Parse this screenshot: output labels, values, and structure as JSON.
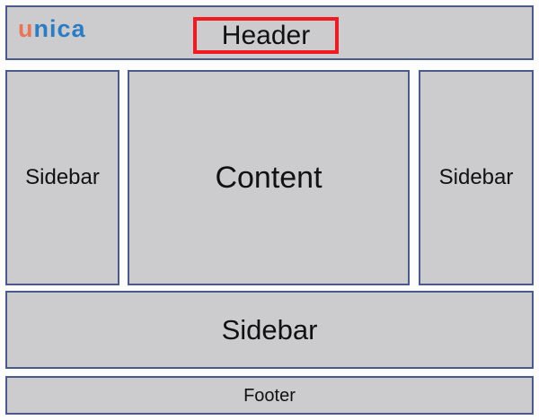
{
  "brand": {
    "logo_first_letter": "u",
    "logo_rest": "nica",
    "logo_full": "unica",
    "color_accent_orange": "#e8745a",
    "color_accent_blue": "#2b7cc4"
  },
  "theme": {
    "block_fill": "#ccccce",
    "block_border": "#4a5a8c",
    "highlight_border": "#f01a20",
    "page_background": "#fdfdfd",
    "text_color": "#111111"
  },
  "layout": {
    "header": {
      "label": "Header",
      "highlighted": true
    },
    "middle": {
      "left_sidebar_label": "Sidebar",
      "content_label": "Content",
      "right_sidebar_label": "Sidebar"
    },
    "bottom_sidebar": {
      "label": "Sidebar"
    },
    "footer": {
      "label": "Footer"
    }
  }
}
